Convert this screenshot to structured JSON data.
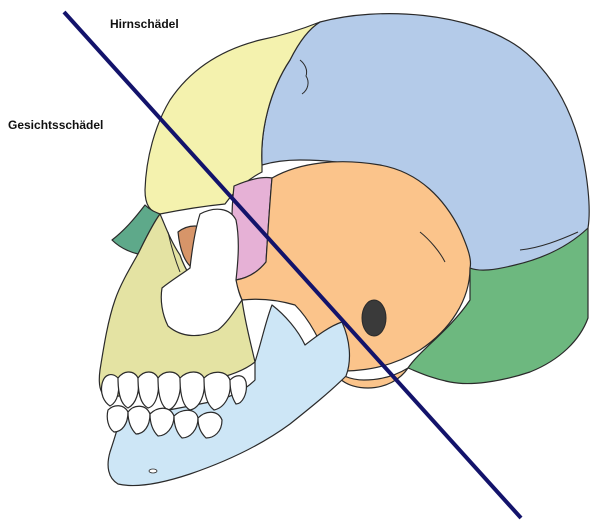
{
  "labels": {
    "neurocranium": "Hirnschädel",
    "viscerocranium": "Gesichtsschädel"
  },
  "colors": {
    "parietal": "#b4cbe9",
    "frontal": "#f4f2ae",
    "temporal": "#fbc48b",
    "occipital": "#6db87f",
    "sphenoid": "#e6b1d6",
    "zygomatic": "#ffffff",
    "maxilla": "#e4e3a3",
    "mandible": "#cde6f6",
    "nasal": "#5ea98a",
    "lacrimal": "#d79569",
    "teeth": "#ffffff",
    "outline": "#2a2a2a",
    "divider_line": "#13136b"
  },
  "icons": {
    "skull": "lateral-skull-illustration"
  }
}
